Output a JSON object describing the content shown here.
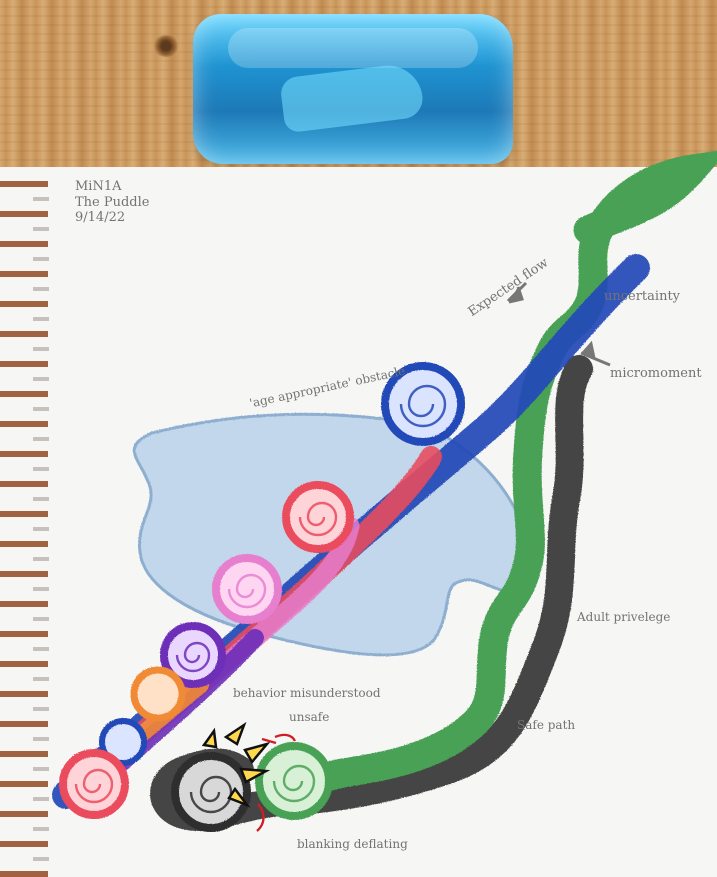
{
  "photo": {
    "header": {
      "line1": "MiN1A",
      "line2": "The Puddle",
      "line3": "9/14/22"
    },
    "labels": {
      "age_appropriate": "'age appropriate' obstacle",
      "expected_flow": "Expected flow",
      "uncertainty": "uncertainty",
      "micromoment": "micromoment",
      "adult_privilege": "Adult privelege",
      "behavior": "behavior misunderstood",
      "unsafe": "unsafe",
      "safe_path": "Safe path",
      "blanking": "blanking deflating"
    }
  },
  "colors": {
    "blue": "#2448b8",
    "red": "#e94f59",
    "pink": "#e77fcf",
    "purple": "#6d2db8",
    "orange": "#f08a36",
    "green": "#4c9d52",
    "gray": "#474747",
    "puddle": "#bdd6ea"
  }
}
